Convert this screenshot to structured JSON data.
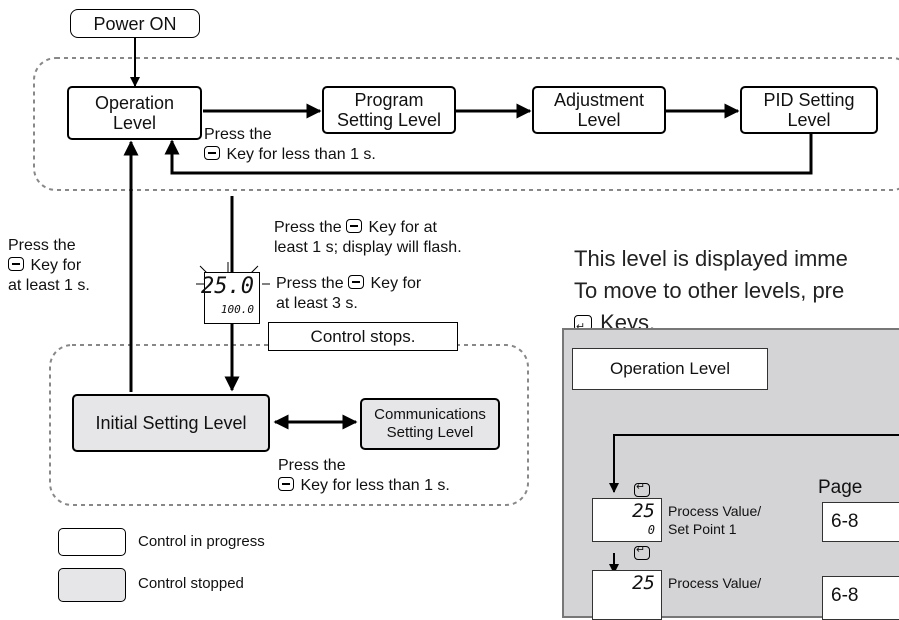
{
  "flow": {
    "power_on": "Power ON",
    "operation_level": [
      "Operation",
      "Level"
    ],
    "program_setting_level": [
      "Program",
      "Setting Level"
    ],
    "adjustment_level": [
      "Adjustment",
      "Level"
    ],
    "pid_setting_level": [
      "PID Setting",
      "Level"
    ],
    "press_less_1s_top": [
      "Press the",
      "Key for less than 1 s."
    ],
    "press_at_least_1s_left": [
      "Press the",
      "Key for",
      "at least 1 s."
    ],
    "press_at_least_1s_flash": [
      "Press the",
      "Key for at",
      "least 1 s; display will flash."
    ],
    "press_at_least_3s": [
      "Press the",
      "Key for",
      "at least 3 s."
    ],
    "control_stops": "Control stops.",
    "initial_setting_level": "Initial Setting Level",
    "communications_setting_level": [
      "Communications",
      "Setting Level"
    ],
    "press_less_1s_bottom": [
      "Press the",
      "Key for less than 1 s."
    ],
    "display_main": "25.0",
    "display_sub": "100.0"
  },
  "legend": {
    "in_progress": "Control in progress",
    "stopped": "Control stopped"
  },
  "description": {
    "line1": "This level is displayed imme",
    "line2": "To move to other levels, pre",
    "line3": "Keys."
  },
  "panel": {
    "title": "Operation Level",
    "page_header": "Page",
    "rows": [
      {
        "pv": "25",
        "sv": "0",
        "label1": "Process Value/",
        "label2": "Set Point 1",
        "page": "6-8"
      },
      {
        "pv": "25",
        "label1": "Process Value/",
        "page": "6-8"
      }
    ]
  },
  "colors": {
    "stopped_fill": "#e6e6e8",
    "panel_fill": "#d4d4d6"
  }
}
